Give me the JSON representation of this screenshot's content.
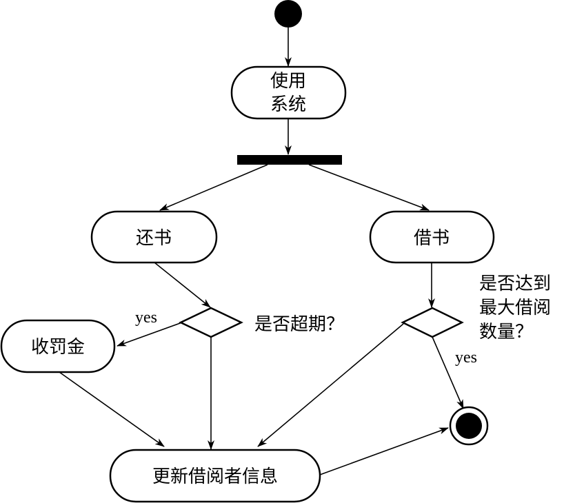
{
  "nodes": {
    "use_system": {
      "line1": "使用",
      "line2": "系统"
    },
    "return_book": {
      "label": "还书"
    },
    "borrow_book": {
      "label": "借书"
    },
    "collect_fine": {
      "label": "收罚金"
    },
    "update_info": {
      "label": "更新借阅者信息"
    }
  },
  "decisions": {
    "overdue": {
      "question": "是否超期？"
    },
    "max_borrow": {
      "line1": "是否达到",
      "line2": "最大借阅",
      "line3": "数量？"
    }
  },
  "guards": {
    "overdue_yes": "yes",
    "max_yes": "yes"
  }
}
